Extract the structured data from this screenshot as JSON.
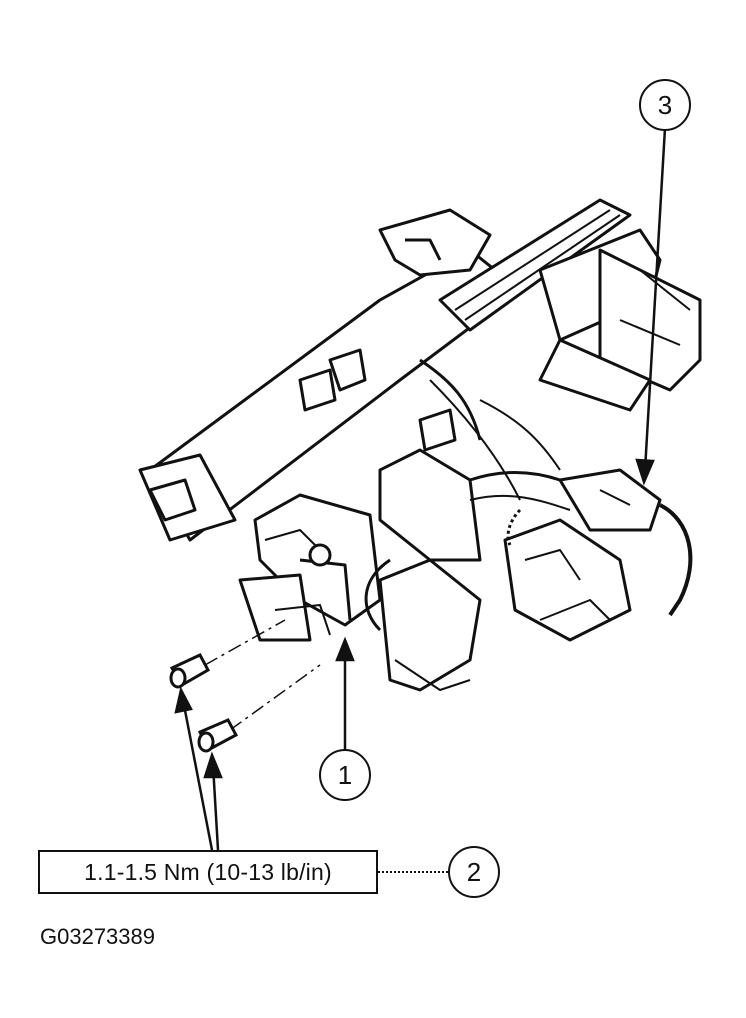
{
  "callouts": [
    {
      "number": "1"
    },
    {
      "number": "2"
    },
    {
      "number": "3"
    }
  ],
  "torque_spec": "1.1-1.5 Nm (10-13 lb/in)",
  "figure_id": "G03273389",
  "icons": [
    "steering-column-illustration",
    "bolt-icon",
    "arrow-icon"
  ],
  "colors": {
    "line": "#111111",
    "background": "#ffffff"
  }
}
